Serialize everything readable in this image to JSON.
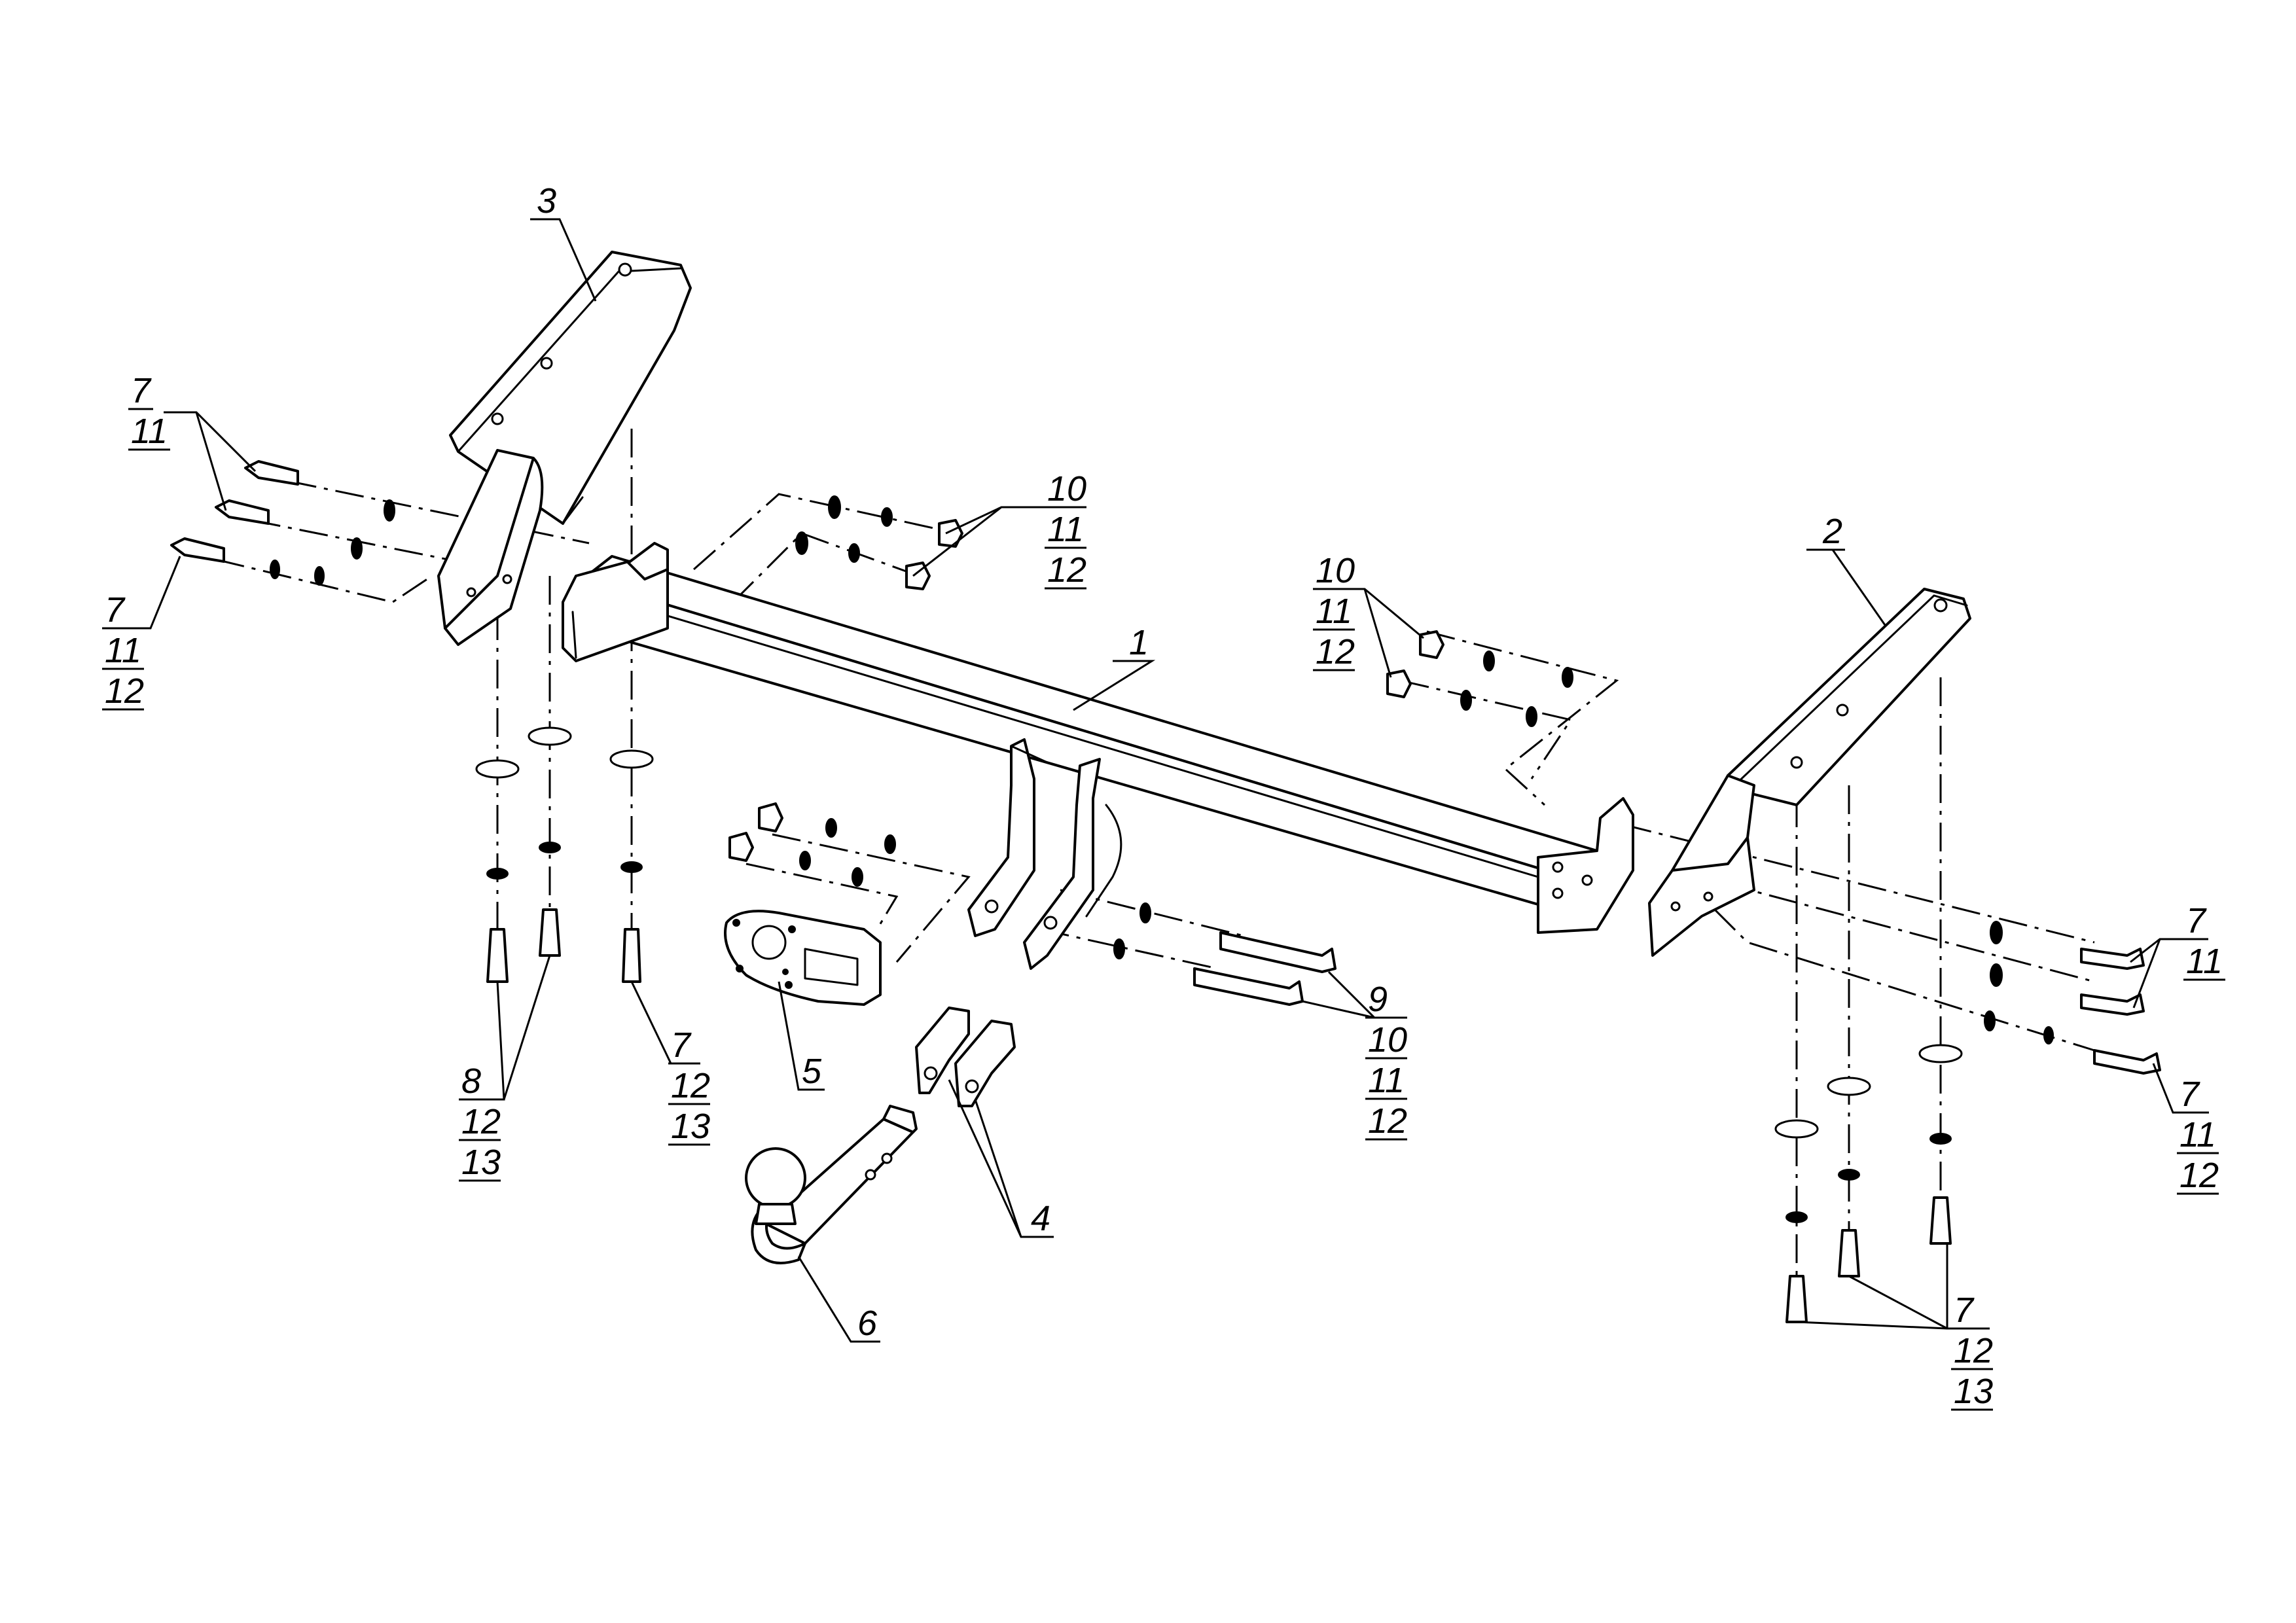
{
  "callouts": {
    "c1": {
      "lines": [
        "1"
      ]
    },
    "c2": {
      "lines": [
        "2"
      ]
    },
    "c3": {
      "lines": [
        "3"
      ]
    },
    "c4": {
      "lines": [
        "4"
      ]
    },
    "c5": {
      "lines": [
        "5"
      ]
    },
    "c6": {
      "lines": [
        "6"
      ]
    },
    "cTL": {
      "lines": [
        "7",
        "11"
      ]
    },
    "cML": {
      "lines": [
        "7",
        "11",
        "12"
      ]
    },
    "cTC": {
      "lines": [
        "10",
        "11",
        "12"
      ]
    },
    "cRC": {
      "lines": [
        "10",
        "11",
        "12"
      ]
    },
    "cBL": {
      "lines": [
        "8",
        "12",
        "13"
      ]
    },
    "cBC": {
      "lines": [
        "7",
        "12",
        "13"
      ]
    },
    "c9": {
      "lines": [
        "9",
        "10",
        "11",
        "12"
      ]
    },
    "cR1": {
      "lines": [
        "7",
        "11"
      ]
    },
    "cR2": {
      "lines": [
        "7",
        "11",
        "12"
      ]
    },
    "cBR": {
      "lines": [
        "7",
        "12",
        "13"
      ]
    }
  }
}
